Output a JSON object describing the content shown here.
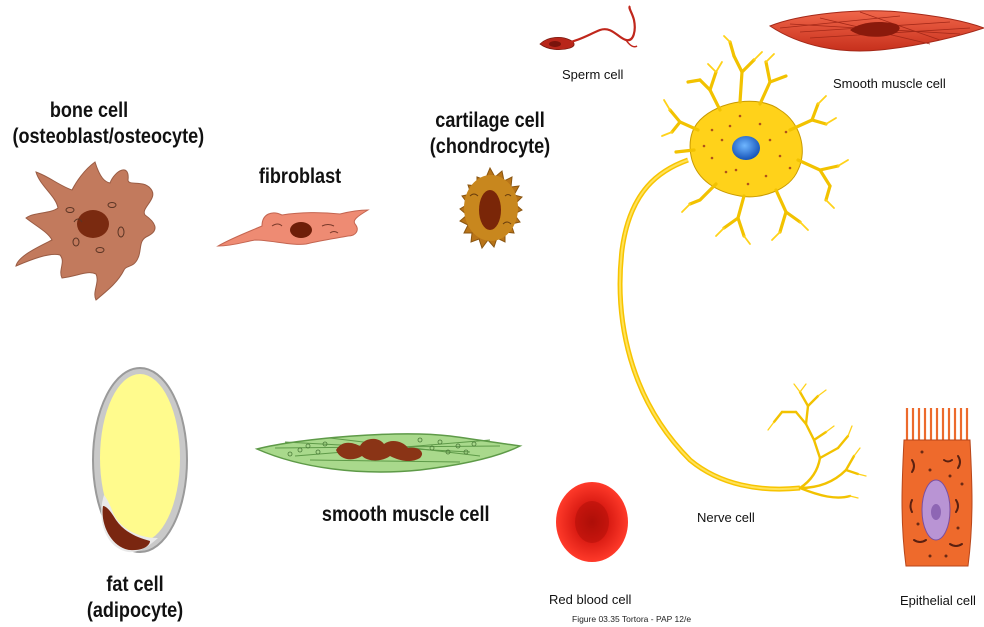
{
  "labels": {
    "bone_cell": "bone cell",
    "bone_cell_sub": "(osteoblast/osteocyte)",
    "fibroblast": "fibroblast",
    "cartilage_cell": "cartilage cell",
    "cartilage_cell_sub": "(chondrocyte)",
    "fat_cell": "fat cell",
    "fat_cell_sub": "(adipocyte)",
    "smooth_muscle_cell_left": "smooth muscle cell",
    "sperm_cell": "Sperm cell",
    "smooth_muscle_cell_right": "Smooth muscle cell",
    "nerve_cell": "Nerve cell",
    "red_blood_cell": "Red blood cell",
    "epithelial_cell": "Epithelial cell",
    "figure_caption": "Figure 03.35  Tortora - PAP 12/e"
  },
  "colors": {
    "bone_cell": "#c0785a",
    "fibroblast": "#ea8a73",
    "cartilage": "#c7861f",
    "fat_lipid": "#fffb8a",
    "smooth_muscle_green": "#a8d68a",
    "nucleus_dark": "#8a2e12",
    "sperm": "#c0271c",
    "smooth_muscle_red": "#e0432b",
    "nerve_yellow": "#ffd21a",
    "nerve_nucleus": "#1e6fd9",
    "red_blood_cell": "#e2231a",
    "epithelial": "#ee6a2c",
    "epithelial_nucleus": "#b58fd0"
  }
}
